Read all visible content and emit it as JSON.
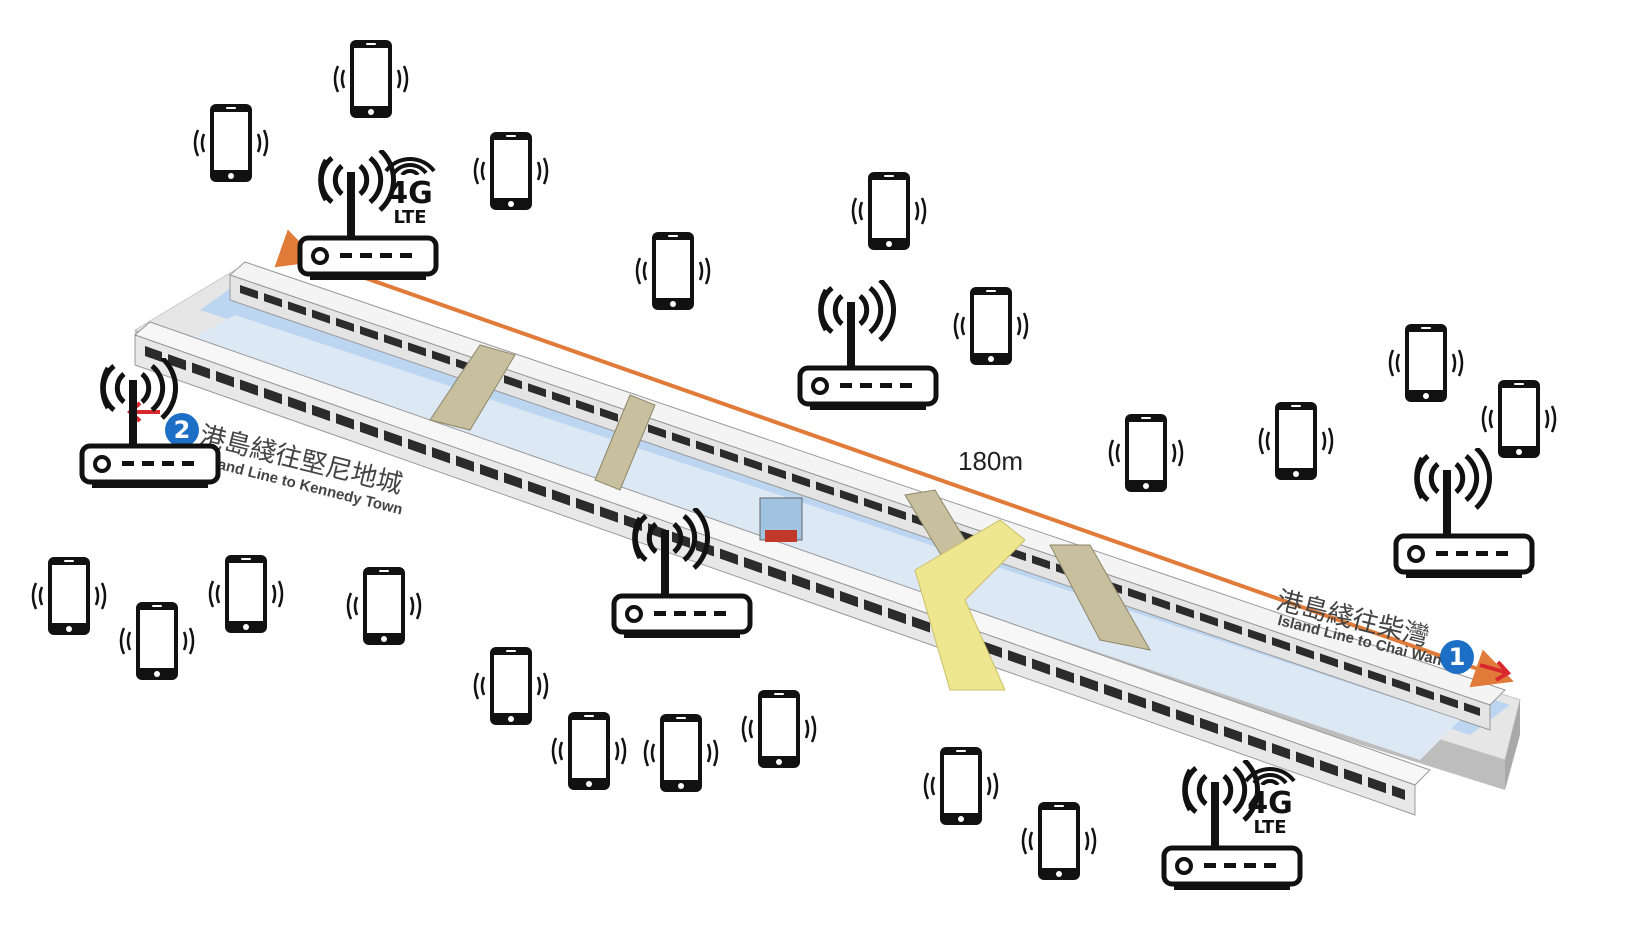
{
  "distance_label": "180m",
  "lte_badges": [
    {
      "primary": "4G",
      "secondary": "LTE"
    },
    {
      "primary": "4G",
      "secondary": "LTE"
    }
  ],
  "platform_signs": [
    {
      "number": "2",
      "chinese": "港島綫往堅尼地城",
      "english": "Island Line to Kennedy Town",
      "arrow": "left"
    },
    {
      "number": "1",
      "chinese": "港島綫往柴灣",
      "english": "Island Line to Chai Wan",
      "arrow": "right"
    }
  ],
  "icons": {
    "phone": "smartphone-icon",
    "router": "wifi-router-icon",
    "signal": "wifi-signal-icon"
  },
  "colors": {
    "distance_arrow": "#e07b39",
    "track": "#bcd6f2",
    "train": "#f2f2f2",
    "line_badge": "#1d6fc6",
    "sign_arrow": "#d9272e"
  }
}
